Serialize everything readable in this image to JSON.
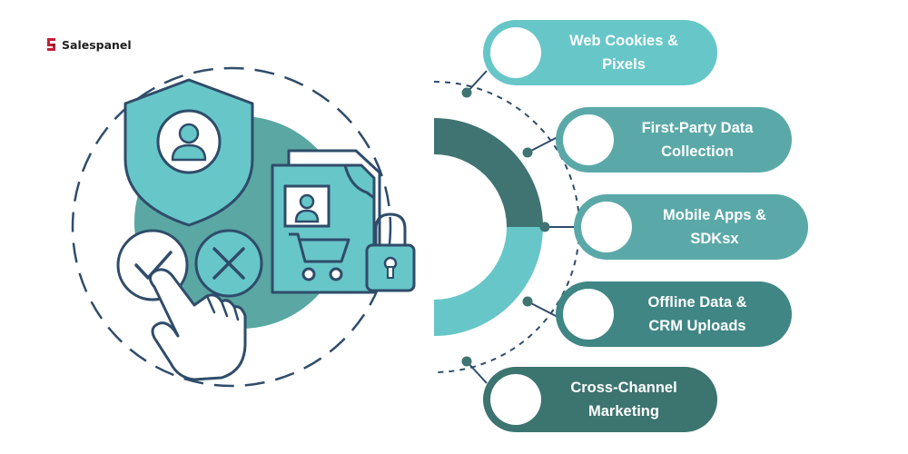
{
  "brand": {
    "name": "Salespanel",
    "icon": "salespanel-logo-icon",
    "color": "#c4213b"
  },
  "colors": {
    "pill_light": "#67c6c8",
    "pill_mid": "#5aa9a8",
    "pill_dark": "#3f8684",
    "pill_darkest": "#3c7470",
    "arc_dark": "#3f7472",
    "arc_light": "#67c6c8",
    "outline": "#2f4c6a",
    "blob": "#5aa7a3"
  },
  "items": [
    {
      "label": "Web Cookies &\nPixels"
    },
    {
      "label": "First-Party Data\nCollection"
    },
    {
      "label": "Mobile Apps &\nSDKsx"
    },
    {
      "label": "Offline Data &\nCRM Uploads"
    },
    {
      "label": "Cross-Channel\nMarketing"
    }
  ],
  "illustration": {
    "icons": [
      "shield-user-icon",
      "check-circle-icon",
      "cross-circle-icon",
      "pointing-hand-icon",
      "document-icon",
      "user-card-icon",
      "shopping-cart-icon",
      "padlock-icon"
    ]
  }
}
